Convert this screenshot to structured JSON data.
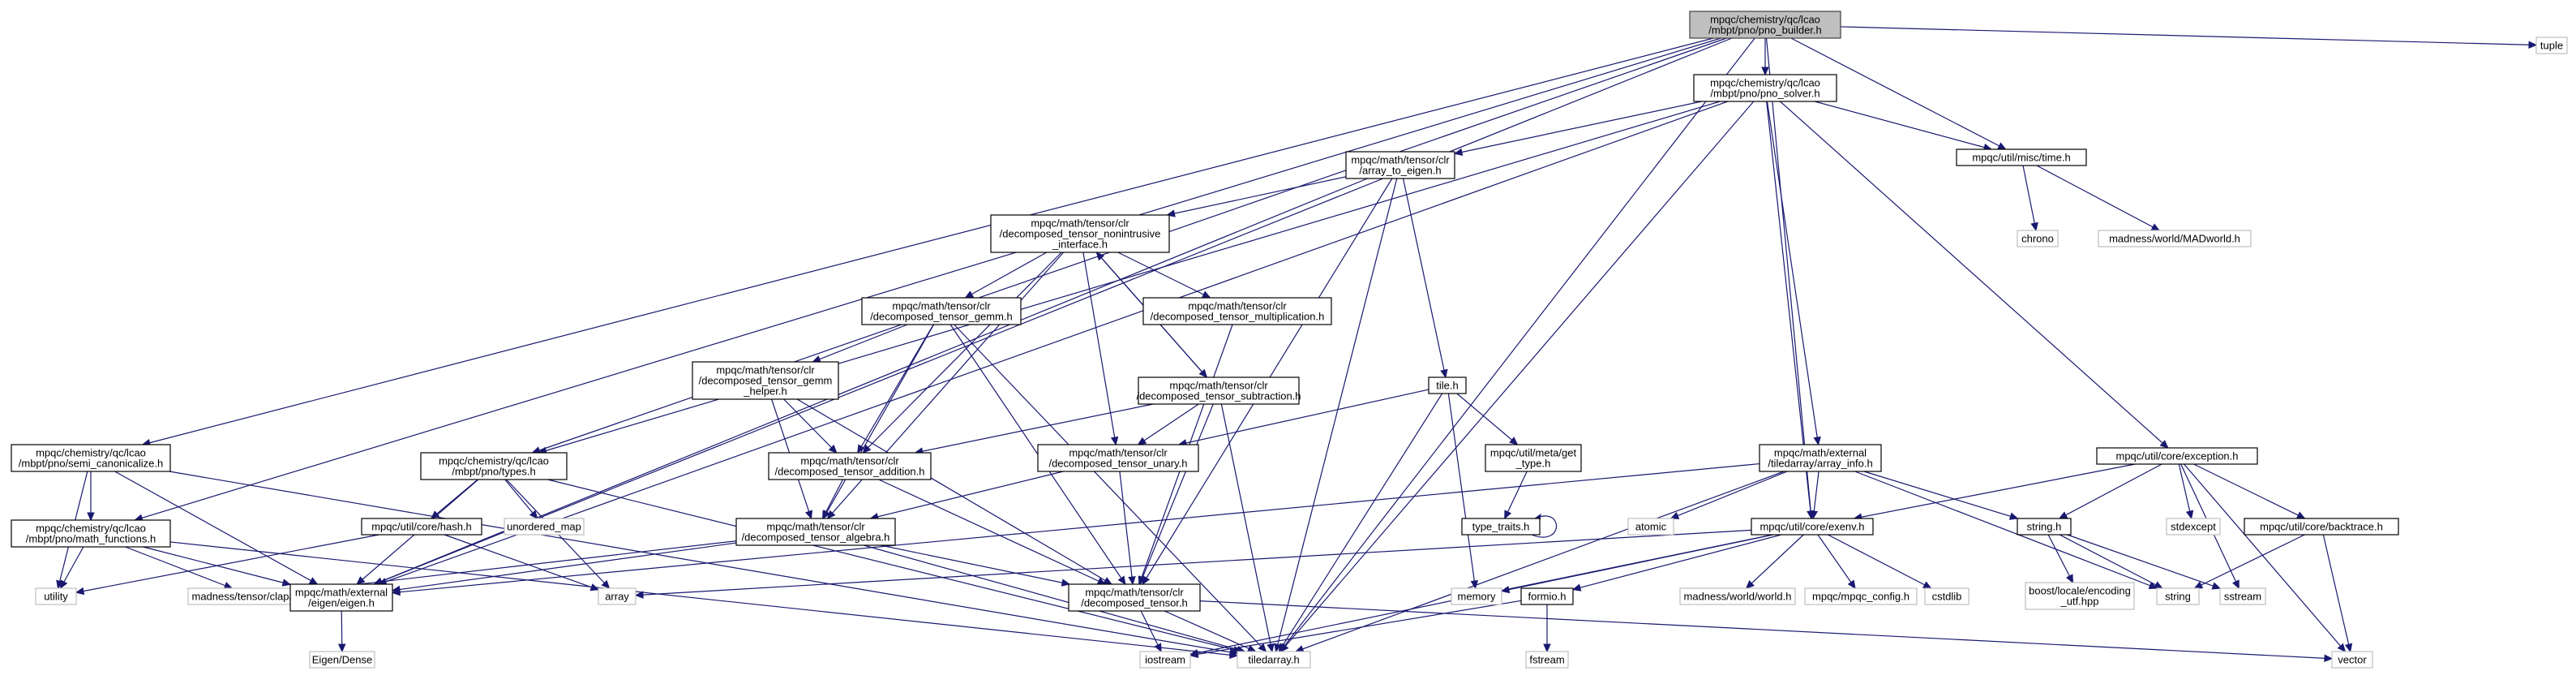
{
  "nodes": [
    {
      "id": "root",
      "lines": [
        "mpqc/chemistry/qc/lcao",
        "/mbpt/pno/pno_builder.h"
      ],
      "kind": "root"
    },
    {
      "id": "tuple",
      "lines": [
        "tuple"
      ],
      "kind": "sys"
    },
    {
      "id": "solver",
      "lines": [
        "mpqc/chemistry/qc/lcao",
        "/mbpt/pno/pno_solver.h"
      ],
      "kind": "local"
    },
    {
      "id": "arr2eig",
      "lines": [
        "mpqc/math/tensor/clr",
        "/array_to_eigen.h"
      ],
      "kind": "local"
    },
    {
      "id": "time",
      "lines": [
        "mpqc/util/misc/time.h"
      ],
      "kind": "local"
    },
    {
      "id": "chrono",
      "lines": [
        "chrono"
      ],
      "kind": "sys"
    },
    {
      "id": "madworld",
      "lines": [
        "madness/world/MADworld.h"
      ],
      "kind": "sys"
    },
    {
      "id": "nonintr",
      "lines": [
        "mpqc/math/tensor/clr",
        "/decomposed_tensor_nonintrusive",
        "_interface.h"
      ],
      "kind": "local"
    },
    {
      "id": "gemm",
      "lines": [
        "mpqc/math/tensor/clr",
        "/decomposed_tensor_gemm.h"
      ],
      "kind": "local"
    },
    {
      "id": "mult",
      "lines": [
        "mpqc/math/tensor/clr",
        "/decomposed_tensor_multiplication.h"
      ],
      "kind": "local"
    },
    {
      "id": "gemmhelp",
      "lines": [
        "mpqc/math/tensor/clr",
        "/decomposed_tensor_gemm",
        "_helper.h"
      ],
      "kind": "local"
    },
    {
      "id": "sub",
      "lines": [
        "mpqc/math/tensor/clr",
        "/decomposed_tensor_subtraction.h"
      ],
      "kind": "local"
    },
    {
      "id": "tile",
      "lines": [
        "tile.h"
      ],
      "kind": "local"
    },
    {
      "id": "gettype",
      "lines": [
        "mpqc/util/meta/get",
        "_type.h"
      ],
      "kind": "local"
    },
    {
      "id": "typetraits",
      "lines": [
        "type_traits.h"
      ],
      "kind": "local"
    },
    {
      "id": "add",
      "lines": [
        "mpqc/math/tensor/clr",
        "/decomposed_tensor_addition.h"
      ],
      "kind": "local"
    },
    {
      "id": "unary",
      "lines": [
        "mpqc/math/tensor/clr",
        "/decomposed_tensor_unary.h"
      ],
      "kind": "local"
    },
    {
      "id": "algebra",
      "lines": [
        "mpqc/math/tensor/clr",
        "/decomposed_tensor_algebra.h"
      ],
      "kind": "local"
    },
    {
      "id": "dtensor",
      "lines": [
        "mpqc/math/tensor/clr",
        "/decomposed_tensor.h"
      ],
      "kind": "local"
    },
    {
      "id": "semi",
      "lines": [
        "mpqc/chemistry/qc/lcao",
        "/mbpt/pno/semi_canonicalize.h"
      ],
      "kind": "local"
    },
    {
      "id": "mathfn",
      "lines": [
        "mpqc/chemistry/qc/lcao",
        "/mbpt/pno/math_functions.h"
      ],
      "kind": "local"
    },
    {
      "id": "types",
      "lines": [
        "mpqc/chemistry/qc/lcao",
        "/mbpt/pno/types.h"
      ],
      "kind": "local"
    },
    {
      "id": "hash",
      "lines": [
        "mpqc/util/core/hash.h"
      ],
      "kind": "local"
    },
    {
      "id": "unordered",
      "lines": [
        "unordered_map"
      ],
      "kind": "sys"
    },
    {
      "id": "utility",
      "lines": [
        "utility"
      ],
      "kind": "sys"
    },
    {
      "id": "clapack",
      "lines": [
        "madness/tensor/clapack.h"
      ],
      "kind": "sys"
    },
    {
      "id": "eigen",
      "lines": [
        "mpqc/math/external",
        "/eigen/eigen.h"
      ],
      "kind": "local"
    },
    {
      "id": "eigdense",
      "lines": [
        "Eigen/Dense"
      ],
      "kind": "sys"
    },
    {
      "id": "array",
      "lines": [
        "array"
      ],
      "kind": "sys"
    },
    {
      "id": "arrinfo",
      "lines": [
        "mpqc/math/external",
        "/tiledarray/array_info.h"
      ],
      "kind": "local"
    },
    {
      "id": "atomic",
      "lines": [
        "atomic"
      ],
      "kind": "sys"
    },
    {
      "id": "exenv",
      "lines": [
        "mpqc/util/core/exenv.h"
      ],
      "kind": "local"
    },
    {
      "id": "memory",
      "lines": [
        "memory"
      ],
      "kind": "sys"
    },
    {
      "id": "formio",
      "lines": [
        "formio.h"
      ],
      "kind": "local"
    },
    {
      "id": "fstream",
      "lines": [
        "fstream"
      ],
      "kind": "sys"
    },
    {
      "id": "madwld",
      "lines": [
        "madness/world/world.h"
      ],
      "kind": "sys"
    },
    {
      "id": "mpqcconf",
      "lines": [
        "mpqc/mpqc_config.h"
      ],
      "kind": "sys"
    },
    {
      "id": "cstdlib",
      "lines": [
        "cstdlib"
      ],
      "kind": "sys"
    },
    {
      "id": "except",
      "lines": [
        "mpqc/util/core/exception.h"
      ],
      "kind": "local"
    },
    {
      "id": "stringh",
      "lines": [
        "string.h"
      ],
      "kind": "local"
    },
    {
      "id": "stdexcept",
      "lines": [
        "stdexcept"
      ],
      "kind": "sys"
    },
    {
      "id": "backtrace",
      "lines": [
        "mpqc/util/core/backtrace.h"
      ],
      "kind": "local"
    },
    {
      "id": "boostutf",
      "lines": [
        "boost/locale/encoding",
        "_utf.hpp"
      ],
      "kind": "sys"
    },
    {
      "id": "string",
      "lines": [
        "string"
      ],
      "kind": "sys"
    },
    {
      "id": "sstream",
      "lines": [
        "sstream"
      ],
      "kind": "sys"
    },
    {
      "id": "vector",
      "lines": [
        "vector"
      ],
      "kind": "sys"
    },
    {
      "id": "iostream",
      "lines": [
        "iostream"
      ],
      "kind": "sys"
    },
    {
      "id": "tiledarray",
      "lines": [
        "tiledarray.h"
      ],
      "kind": "sys"
    }
  ]
}
